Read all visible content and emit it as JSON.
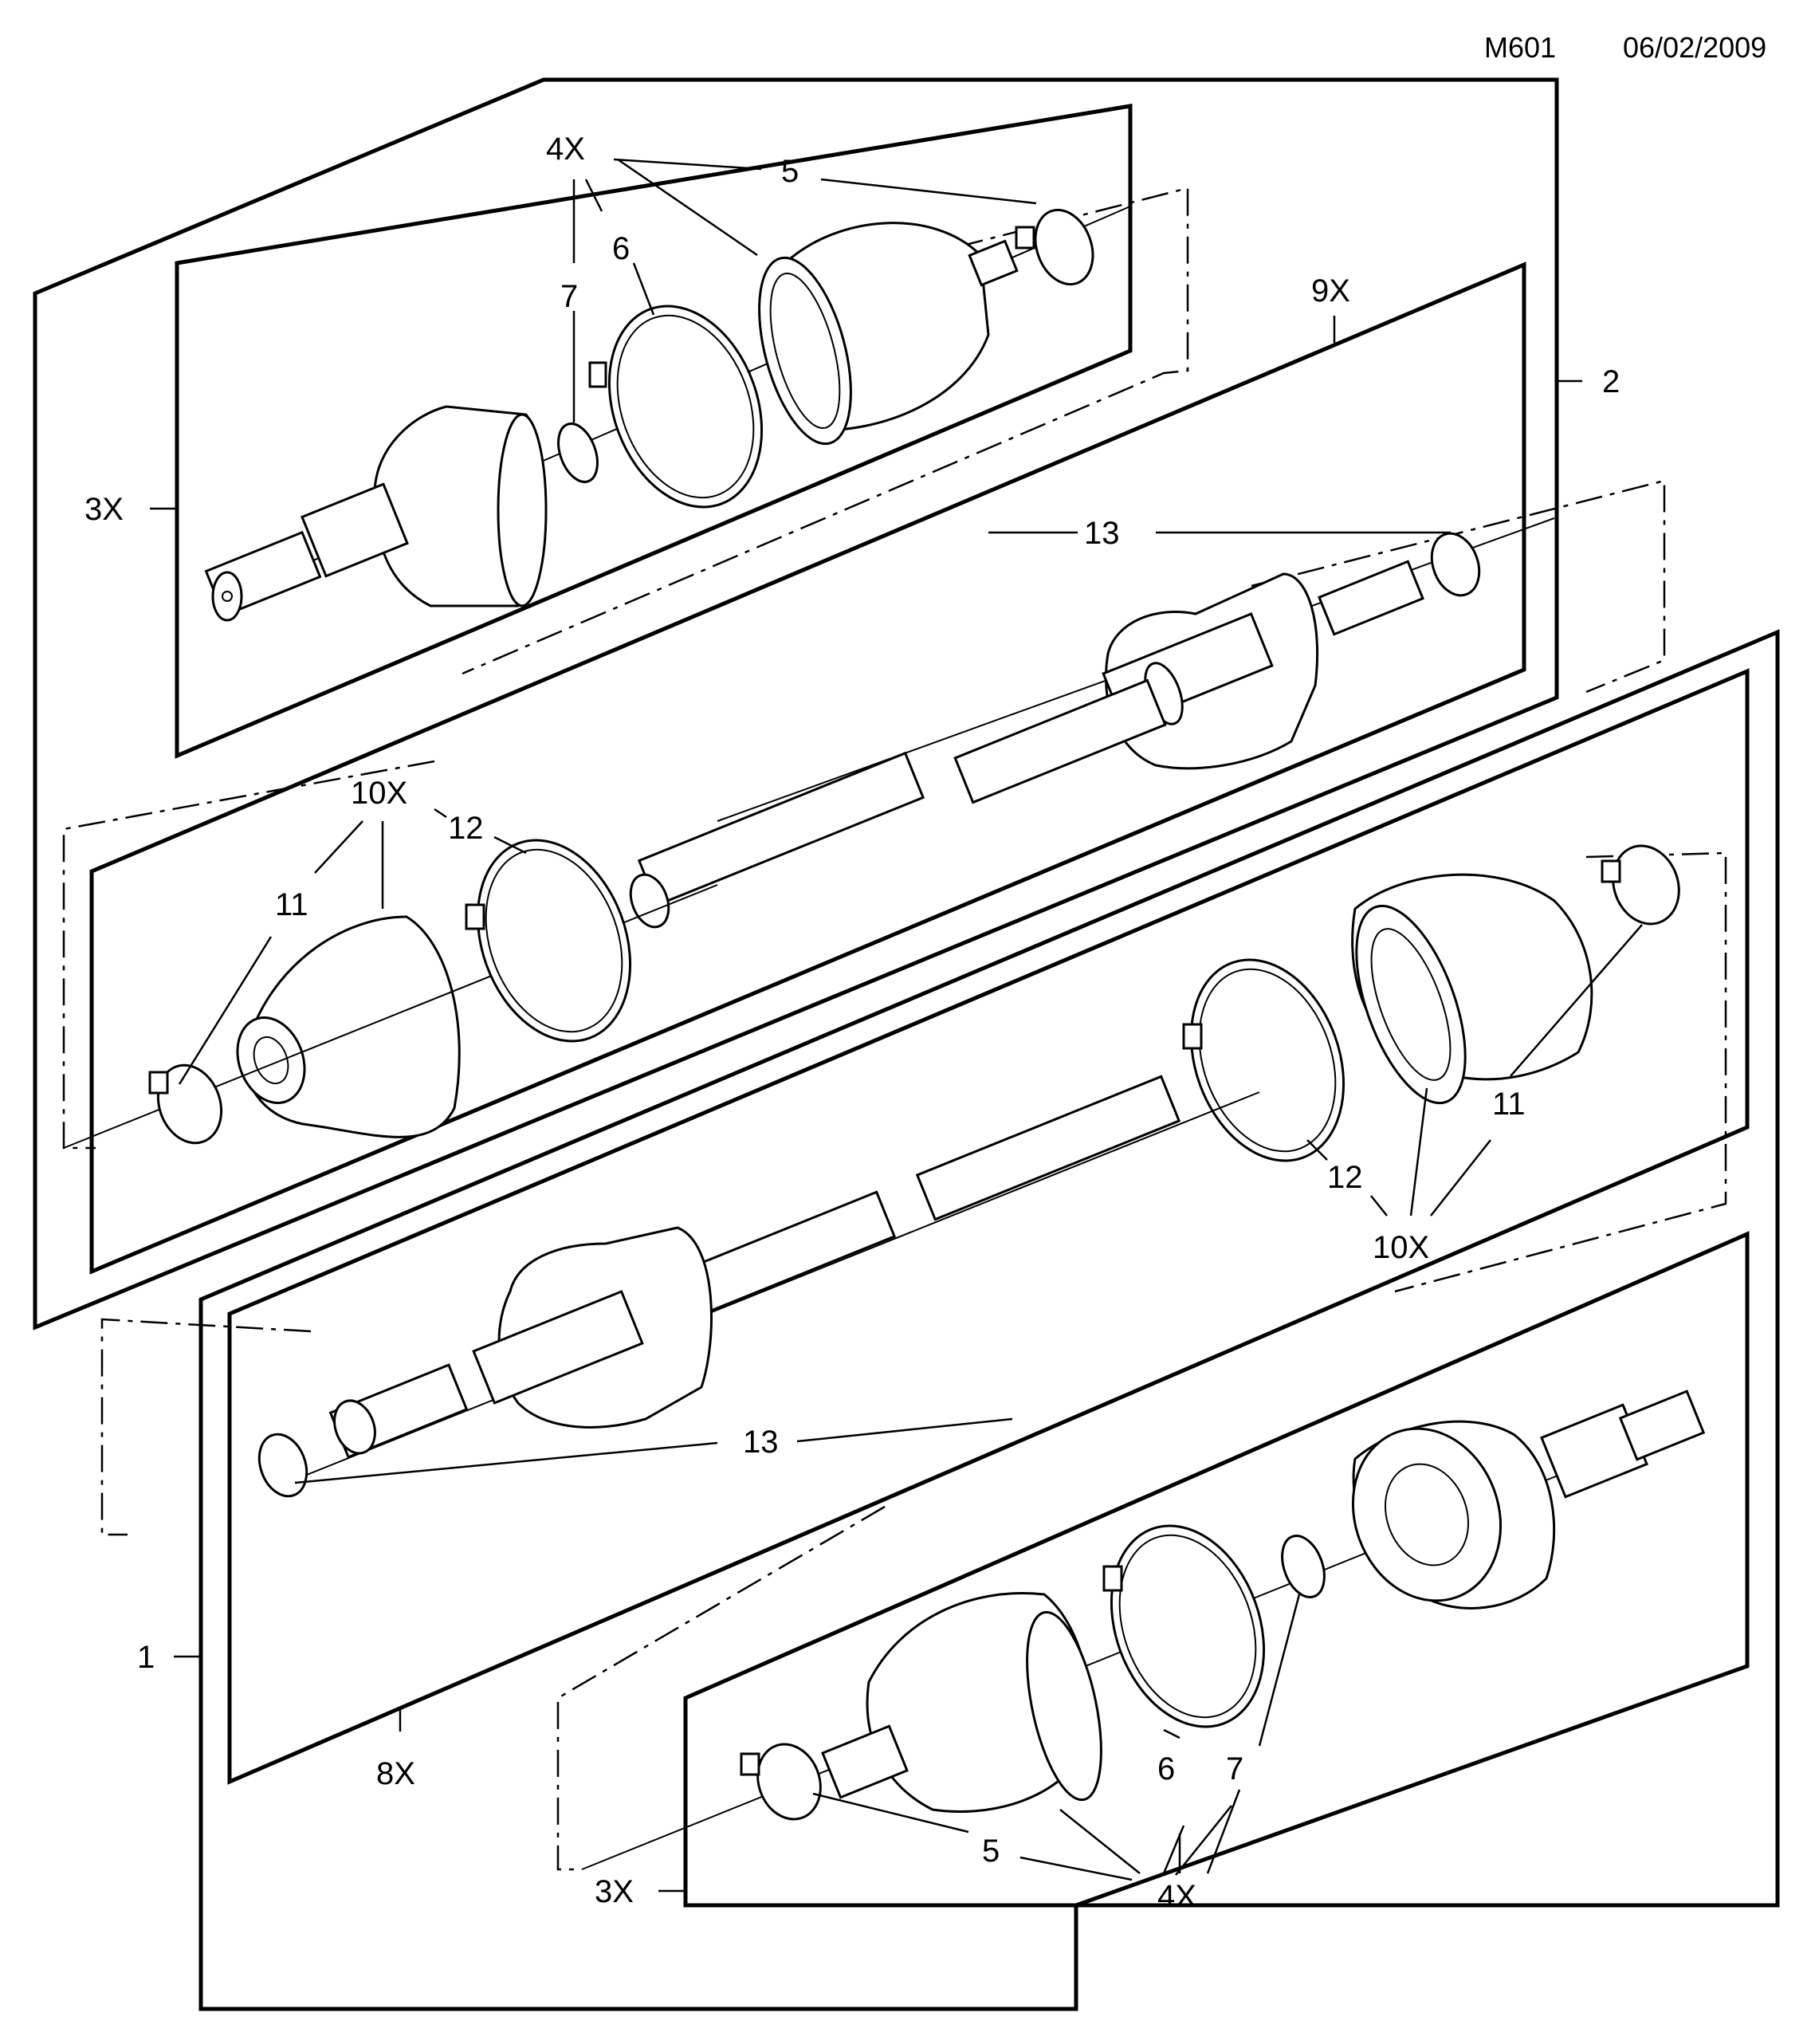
{
  "header": {
    "code": "M601",
    "date": "06/02/2009"
  },
  "callouts": {
    "assembly_2": "2",
    "assembly_1": "1",
    "outer_boot_kit_top": "3X",
    "outer_boot_kit_bottom": "3X",
    "clamp_kit_top": "4X",
    "clamp_kit_bottom": "4X",
    "inner_joint_kit_top": "9X",
    "inner_joint_kit_bottom": "8X",
    "inner_boot_kit_top": "10X",
    "inner_boot_kit_bottom": "10X",
    "part_5_top": "5",
    "part_5_bottom": "5",
    "part_6_top": "6",
    "part_6_bottom": "6",
    "part_7_top": "7",
    "part_7_bottom": "7",
    "part_11_top": "11",
    "part_11_bottom": "11",
    "part_12_top": "12",
    "part_12_bottom": "12",
    "part_13_top": "13",
    "part_13_bottom": "13"
  }
}
